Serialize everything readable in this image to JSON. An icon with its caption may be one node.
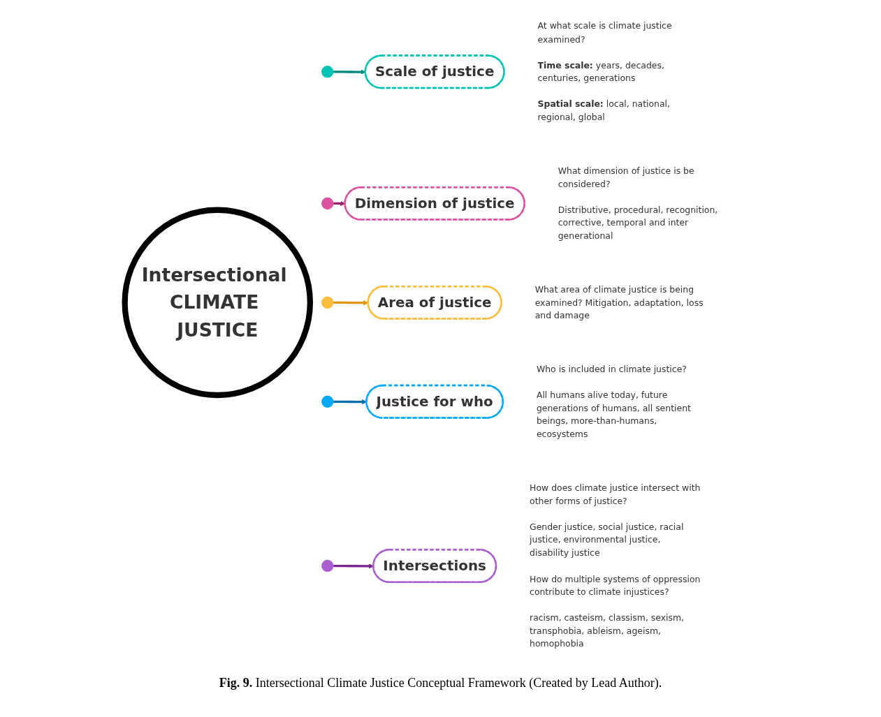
{
  "diagram": {
    "nodes": [
      {
        "text": [
          "Intersectional CLIMATE JUSTICE"
        ]
      },
      {
        "text": [],
        "shape": "circle"
      },
      {
        "text": [
          "Scale of justice"
        ],
        "beside": [
          "At what scale is climate justice examined?",
          "**Time scale:** years, decades, centuries, generations",
          "**Spatial scale:** local, national, regional, global"
        ]
      },
      {
        "text": [],
        "shape": "circle"
      },
      {
        "text": [
          "Dimension of justice"
        ],
        "beside": [
          "What dimension of justice is be considered?",
          "Distributive, procedural, recognition, corrective, temporal and inter generational"
        ]
      },
      {
        "text": [],
        "shape": "circle"
      },
      {
        "text": [
          "Area of justice"
        ],
        "beside": [
          "What area of climate justice is being examined? Mitigation, adaptation, loss and damage"
        ]
      },
      {
        "text": [],
        "shape": "circle"
      },
      {
        "text": [
          "Justice for who"
        ],
        "beside": [
          "Who is included in climate justice?",
          "All humans alive today, future generations of humans, all sentient beings, more-than-humans, ecosystems"
        ]
      },
      {
        "text": [],
        "shape": "circle"
      },
      {
        "text": [
          "Intersections"
        ],
        "beside": [
          "How does climate justice intersect with other forms of justice?",
          "Gender justice, social justice, racial justice, environmental justice, disability justice",
          "How do multiple systems of oppression contribute to climate injustices?",
          "racism, casteism, classism, sexism, transphobia, ableism, ageism, homophobia"
        ]
      }
    ],
    "edges": [
      {
        "from": 1,
        "to": 2,
        "arrow": "to",
        "color": "#00897b"
      },
      {
        "from": 3,
        "to": 4,
        "arrow": "to",
        "color": "#9c1f6e"
      },
      {
        "from": 5,
        "to": 6,
        "arrow": "to",
        "color": "#e0960a"
      },
      {
        "from": 7,
        "to": 8,
        "arrow": "to",
        "color": "#0a6fb0"
      },
      {
        "from": 9,
        "to": 10,
        "arrow": "to",
        "color": "#7b2590"
      }
    ],
    "caption": "**Fig. 9.** Intersectional Climate Justice Conceptual Framework (Created by Lead Author)."
  }
}
